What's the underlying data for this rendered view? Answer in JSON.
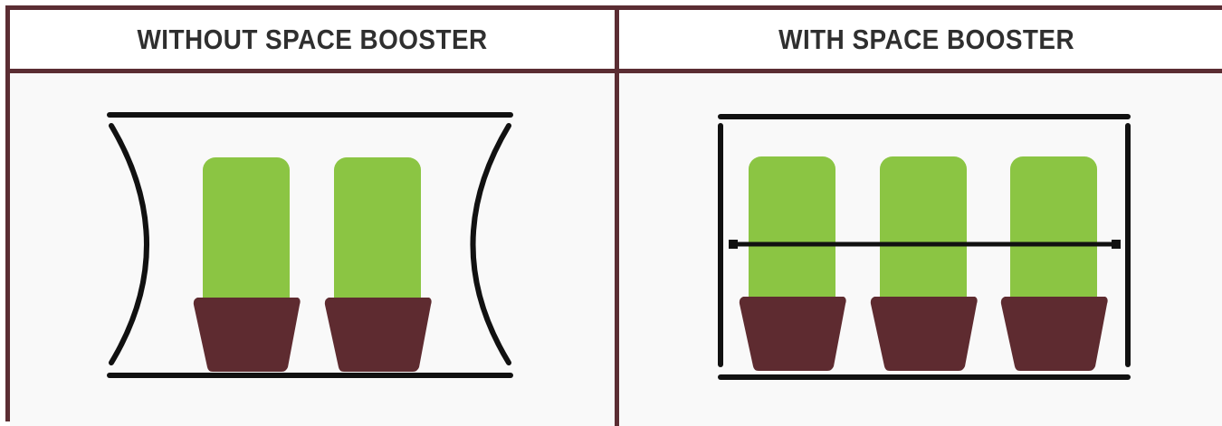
{
  "columns": [
    {
      "heading": "WITHOUT SPACE BOOSTER",
      "plant_count": 2
    },
    {
      "heading": "WITH SPACE BOOSTER",
      "plant_count": 3
    }
  ],
  "colors": {
    "border": "#5b2d33",
    "plant": "#8bc543",
    "pot": "#5e2b30",
    "frame": "#111111",
    "panel": "#f9f9f9"
  }
}
